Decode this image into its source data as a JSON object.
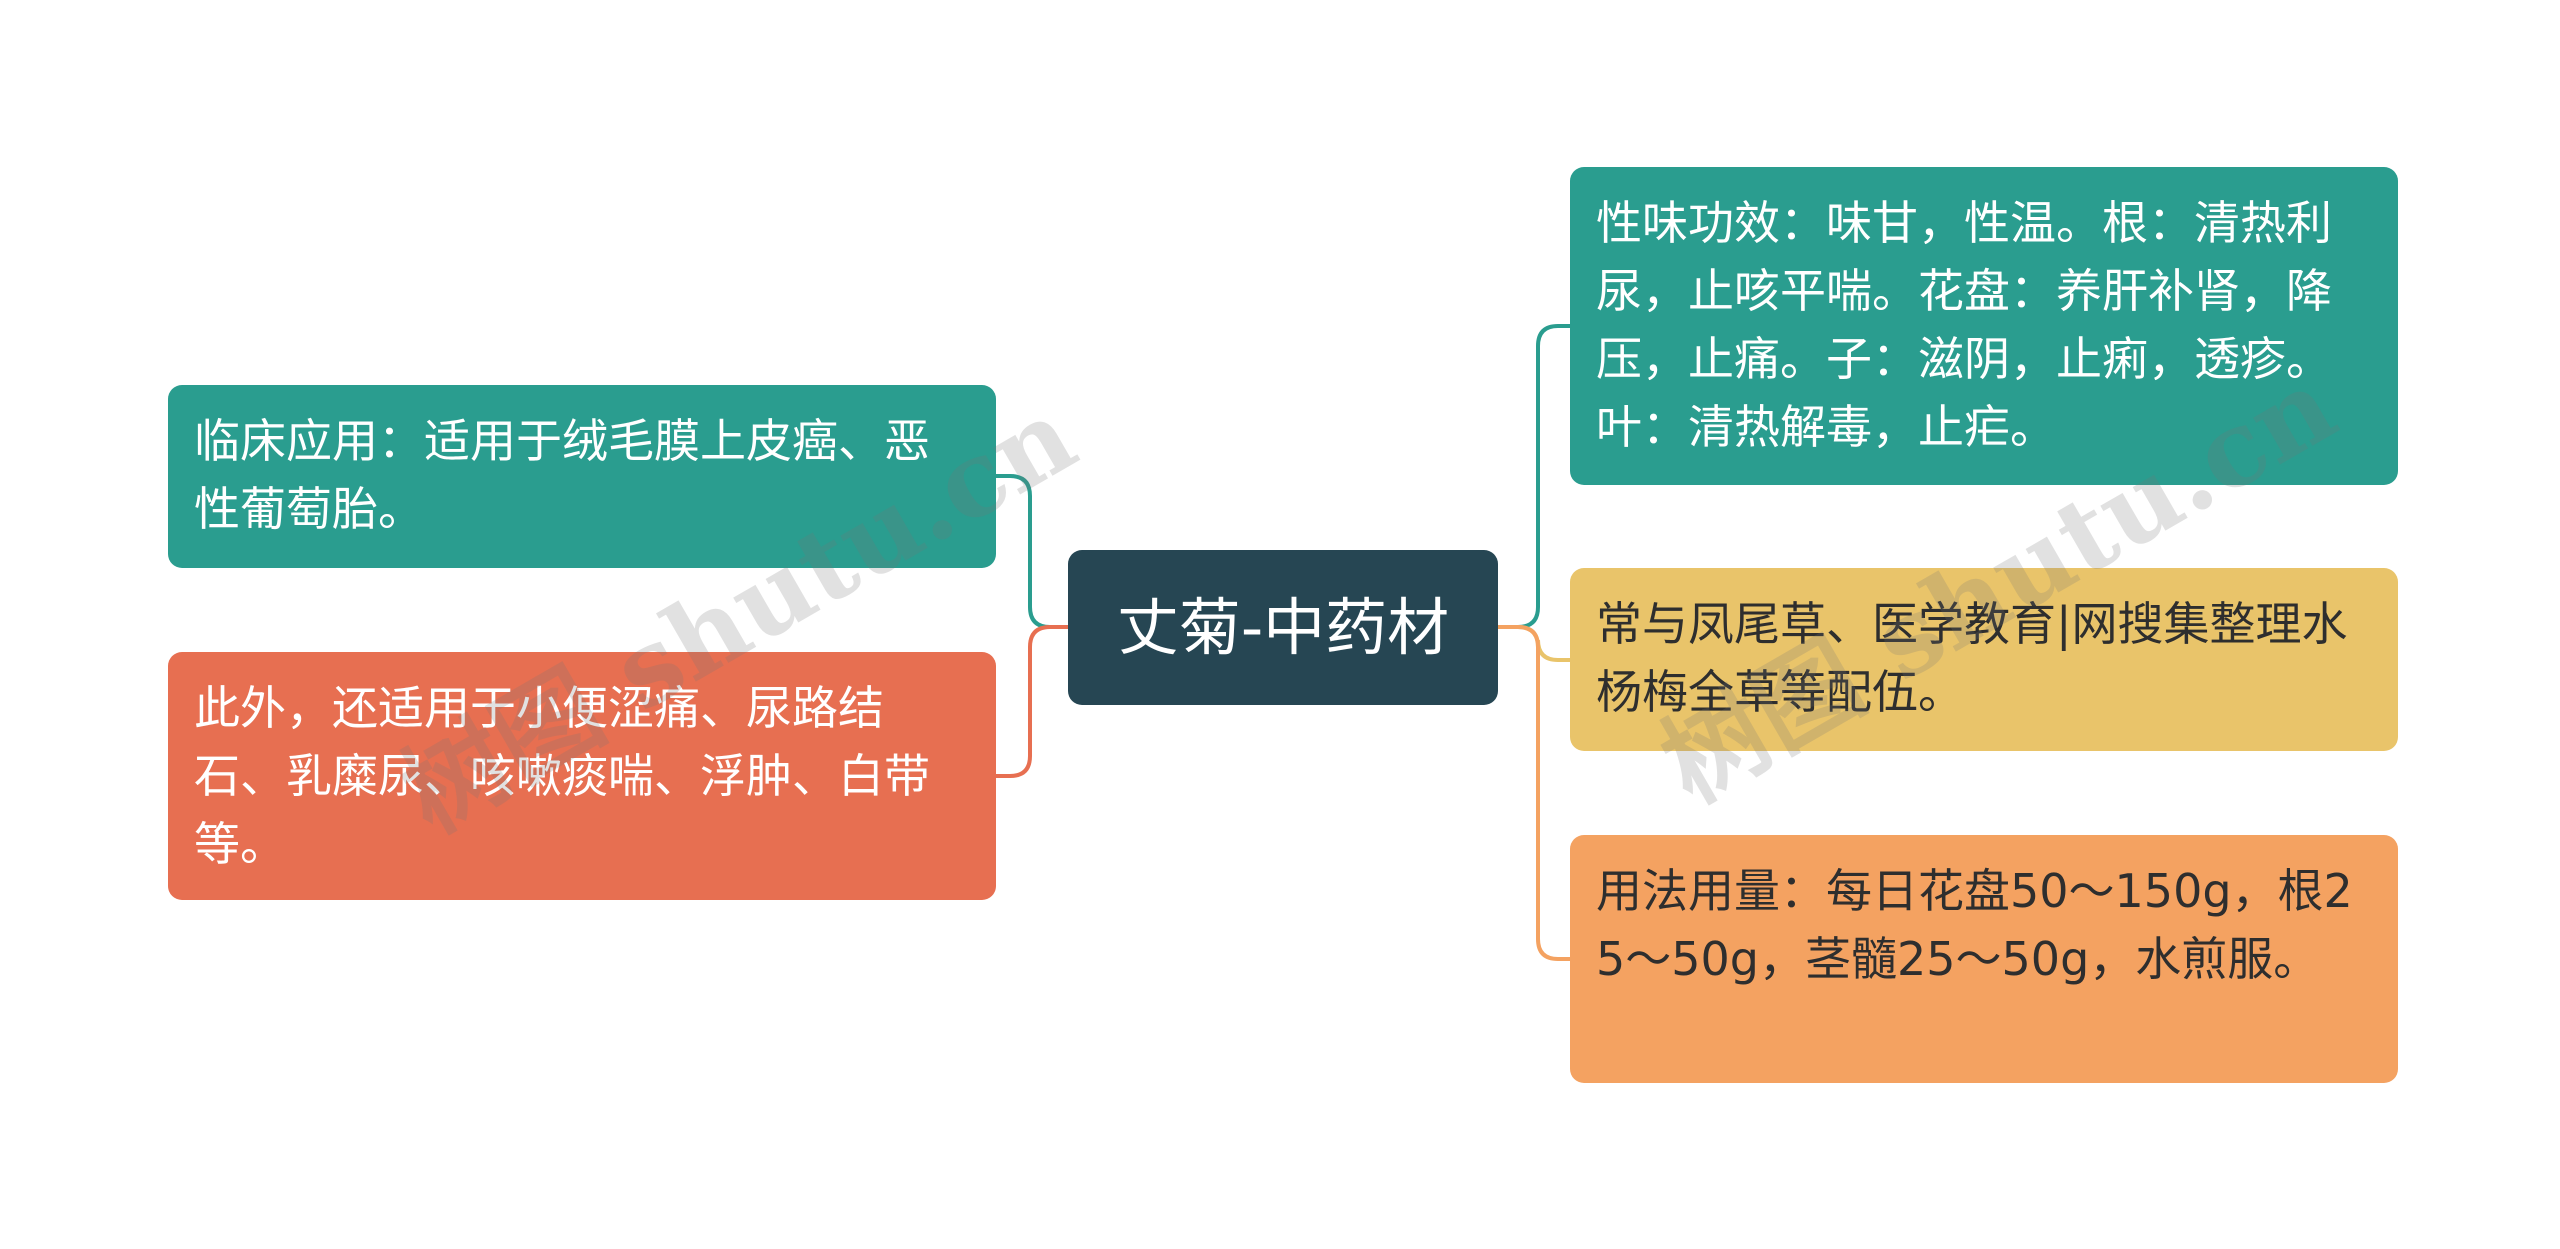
{
  "map": {
    "center": "丈菊-中药材",
    "left_nodes": [
      {
        "text": "临床应用：适用于绒毛膜上皮癌、恶性葡萄胎。"
      },
      {
        "text": "此外，还适用于小便涩痛、尿路结石、乳糜尿、咳嗽痰喘、浮肿、白带等。"
      }
    ],
    "right_nodes": [
      {
        "text": "性味功效：味甘，性温。根：清热利尿，止咳平喘。花盘：养肝补肾，降压，止痛。子：滋阴，止痢，透疹。叶：清热解毒，止疟。"
      },
      {
        "text": "常与凤尾草、医学教育|网搜集整理水杨梅全草等配伍。"
      },
      {
        "text": "用法用量：每日花盘50～150g，根25～50g，茎髓25～50g，水煎服。"
      }
    ]
  },
  "colors": {
    "center": "#264653",
    "teal": "#2a9d8f",
    "coral": "#e76f51",
    "yellow": "#e9c46a",
    "orange": "#f4a261"
  },
  "watermark": "树图 shutu.cn"
}
